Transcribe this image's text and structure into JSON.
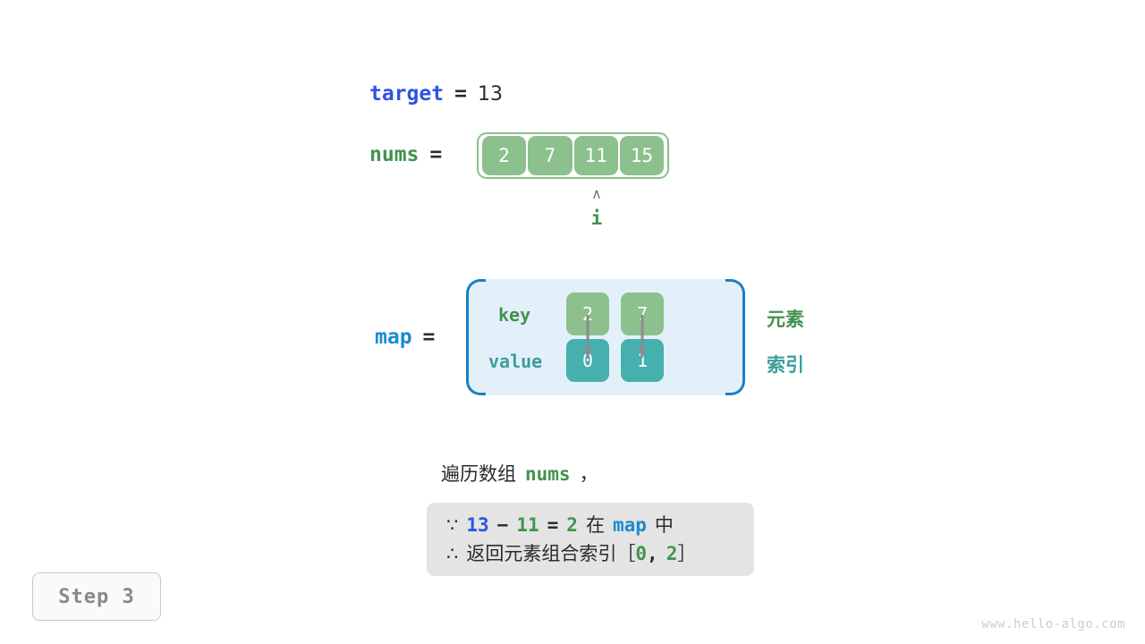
{
  "target": {
    "name": "target",
    "equals": "=",
    "value": "13"
  },
  "nums": {
    "name": "nums",
    "equals": "=",
    "cells": [
      "2",
      "7",
      "11",
      "15"
    ]
  },
  "pointer": {
    "caret": "∧",
    "label": "i",
    "points_to_index": 2
  },
  "map": {
    "name": "map",
    "equals": "=",
    "row_labels": {
      "key": "key",
      "value": "value"
    },
    "entries": [
      {
        "key": "2",
        "value": "0"
      },
      {
        "key": "7",
        "value": "1"
      }
    ],
    "side_labels": {
      "element": "元素",
      "index": "索引"
    }
  },
  "description": {
    "traverse_prefix": "遍历数组",
    "traverse_code": "nums",
    "traverse_suffix": "，"
  },
  "note": {
    "line1": {
      "symbol": "∵",
      "a": "13",
      "minus": "−",
      "b": "11",
      "eq": "=",
      "c": "2",
      "zai": "在",
      "map": "map",
      "zhong": "中"
    },
    "line2": {
      "symbol": "∴",
      "text": "返回元素组合索引",
      "bracket_open": "［",
      "i0": "0",
      "comma": ",",
      "i1": "2",
      "bracket_close": "］"
    }
  },
  "step_badge": "Step 3",
  "watermark": "www.hello-algo.com",
  "colors": {
    "green": "#44924D",
    "green_fill": "#8CC08C",
    "teal": "#3A9D9B",
    "teal_fill": "#46B0AE",
    "blue": "#2E54E0",
    "light_blue": "#1B8BD0",
    "map_bg": "#E3F0FA",
    "map_border": "#1E7FC2",
    "note_bg": "#E4E4E4",
    "gray_text": "#8A8A8A",
    "arrow_gray": "#8C8C8C"
  }
}
